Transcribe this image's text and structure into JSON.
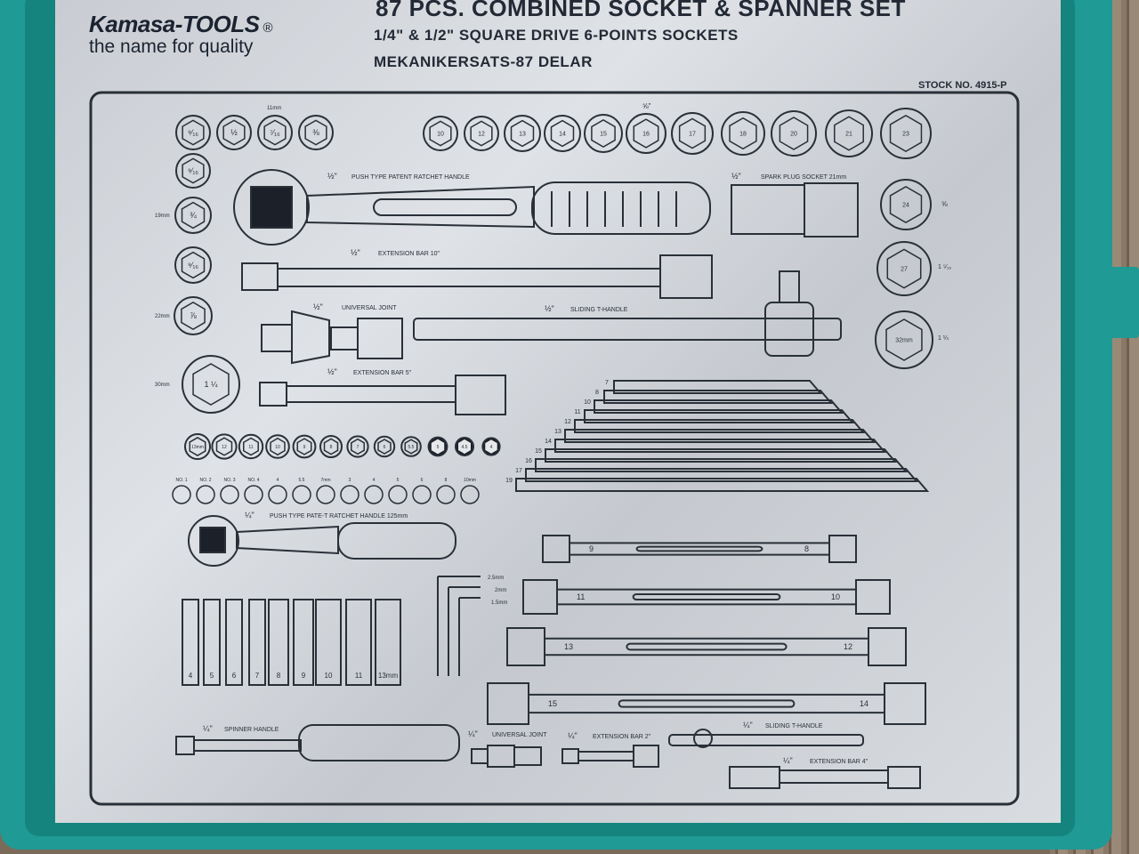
{
  "brand": {
    "name": "Kamasa-TOOLS",
    "registered": "®",
    "tagline": "the name for quality"
  },
  "header": {
    "title": "87 PCS. COMBINED SOCKET & SPANNER SET",
    "subtitle": "1/4\" & 1/2\" SQUARE DRIVE 6-POINTS SOCKETS",
    "swedish": "MEKANIKERSATS-87 DELAR",
    "stock": "STOCK NO. 4915-P"
  },
  "labels": {
    "ratchet": "PUSH TYPE PATENT RATCHET HANDLE",
    "spark": "SPARK PLUG SOCKET 21mm",
    "ext10": "EXTENSION BAR 10\"",
    "ujoint": "UNIVERSAL JOINT",
    "sliding": "SLIDING T-HANDLE",
    "ext5": "EXTENSION BAR 5\"",
    "ratchet_small": "PUSH TYPE PATE-T RATCHET HANDLE 125mm",
    "spinner": "SPINNER HANDLE",
    "ujoint_small": "UNIVERSAL JOINT",
    "ext2": "EXTENSION BAR 2\"",
    "sliding_small": "SLIDING T-HANDLE",
    "ext4": "EXTENSION BAR 4\"",
    "half": "½\"",
    "quarter": "¼\""
  },
  "sockets_top_left": [
    "⁹⁄₁₆",
    "½",
    "⁷⁄₁₆",
    "⅜"
  ],
  "sockets_left_col": [
    "⁹⁄₁₆",
    "¾",
    "⁹⁄₁₆",
    "⅞",
    "1 ¼"
  ],
  "sockets_top_metric": [
    "10",
    "12",
    "13",
    "14",
    "15",
    "16",
    "17",
    "18",
    "20",
    "21",
    "23"
  ],
  "sockets_right_col": [
    "24",
    "27",
    "32mm"
  ],
  "small_sockets": [
    "13mm",
    "12",
    "11",
    "10",
    "9",
    "8",
    "7",
    "6",
    "5.5",
    "5",
    "4.5",
    "4"
  ],
  "bits": [
    "NO. 1",
    "NO. 2",
    "NO. 3",
    "NO. 4",
    "4",
    "5.5",
    "7mm",
    "3",
    "4",
    "5",
    "6",
    "8",
    "10mm"
  ],
  "deep_sockets": [
    "4",
    "5",
    "6",
    "7",
    "8",
    "9",
    "10",
    "11",
    "13mm"
  ],
  "hex_keys": [
    "2.5mm",
    "2mm",
    "1.5mm"
  ],
  "wrench_sizes": [
    "7",
    "8",
    "10",
    "11",
    "12",
    "13",
    "14",
    "15",
    "16",
    "17",
    "19"
  ],
  "ring_spanners": [
    {
      "left": "9",
      "right": "8"
    },
    {
      "left": "11",
      "right": "10"
    },
    {
      "left": "13",
      "right": "12"
    },
    {
      "left": "15",
      "right": "14"
    }
  ],
  "side_marks": {
    "m11": "11mm",
    "m19": "19mm",
    "m22": "22mm",
    "m30": "30mm",
    "frac58": "⅝\"",
    "frac3": "⅝",
    "frac1316": "1 ⁵⁄₁₆",
    "frac114": "1 ¼"
  }
}
